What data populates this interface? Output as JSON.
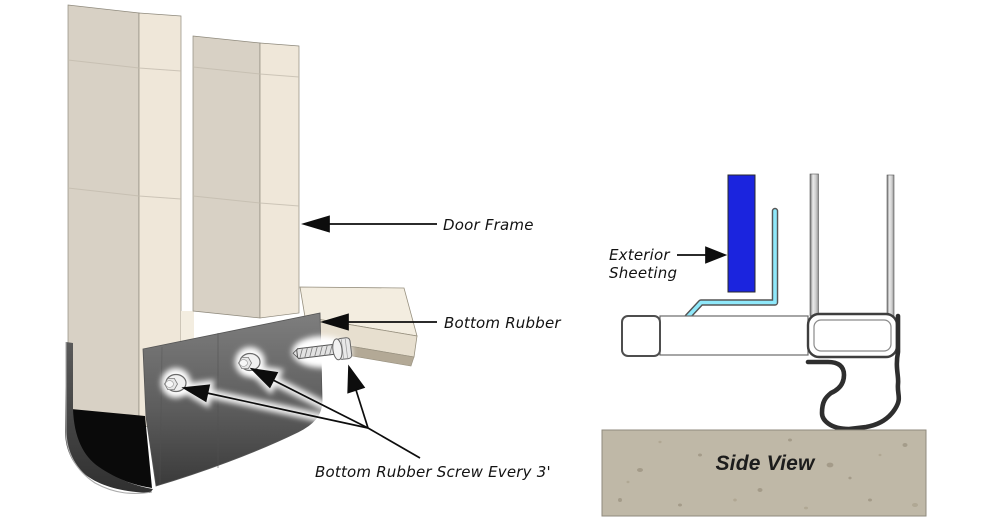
{
  "labels": {
    "door_frame": "Door Frame",
    "bottom_rubber": "Bottom Rubber",
    "bottom_rubber_screw": "Bottom Rubber Screw Every 3'",
    "exterior_sheeting_line1": "Exterior",
    "exterior_sheeting_line2": "Sheeting",
    "side_view": "Side View"
  },
  "colors": {
    "frame_face_light": "#EFE7D9",
    "frame_face_dark": "#D8D1C5",
    "rail_top": "#F3EDE0",
    "rail_front": "#E7DFCF",
    "rubber_gray_top": "#7E7E7E",
    "rubber_gray_bottom": "#3A3A3A",
    "rubber_hollow_black": "#0A0A0A",
    "exterior_sheeting_blue": "#1B24DE",
    "flashing_cyan": "#8FE8FA",
    "concrete_slab": "#BFB8A7",
    "arrow_black": "#0D0D0D"
  }
}
